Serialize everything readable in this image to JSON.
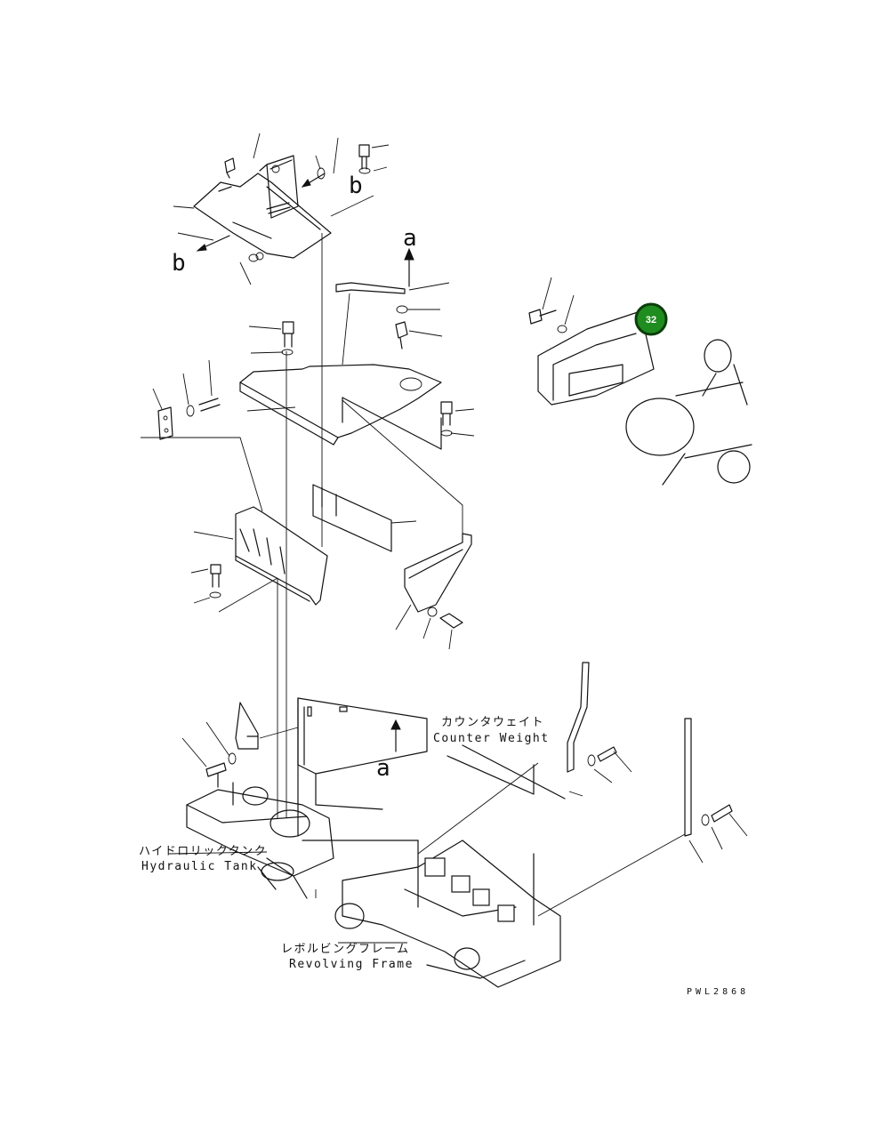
{
  "labels": {
    "counterweight_jp": "カウンタウェイト",
    "counterweight_en": "Counter Weight",
    "hydraulic_tank_jp": "ハイドロリックタンク",
    "hydraulic_tank_en": "Hydraulic Tank",
    "revolving_frame_jp": "レボルビングフレーム",
    "revolving_frame_en": "Revolving Frame"
  },
  "references": {
    "a_top": "a",
    "a_bottom": "a",
    "b_upper": "b",
    "b_lower": "b"
  },
  "callout_badge": {
    "number": "32",
    "color": "#1f8c1f",
    "border": "#0b3d0b"
  },
  "drawing_code": "PWL2868"
}
